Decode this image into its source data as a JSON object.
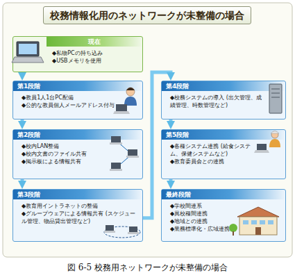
{
  "diagram": {
    "title": "校務情報化用のネットワークが未整備の場合",
    "caption": "図 6-5 校務用ネットワークが未整備の場合",
    "nodes": [
      {
        "text": [
          "現在",
          "◆私物PCの持ち込み",
          "◆USBメモリを使用"
        ]
      },
      {
        "text": [
          "第1段階",
          "◆教員1人1台PC配備",
          "◆公的な教員個人メールアドレス付与"
        ]
      },
      {
        "text": [
          "第2段階",
          "◆校内LAN整備",
          "◆校内文書のファイル共有",
          "◆掲示板による情報共有"
        ]
      },
      {
        "text": [
          "第3段階",
          "◆教育用イントラネットの整備",
          "◆グループウェアによる情報共有 (スケジュール管理、物品貸出管理など)"
        ]
      },
      {
        "text": [
          "第4段階",
          "◆校務システムの導入 (出欠管理、成績管理、時数管理など)"
        ]
      },
      {
        "text": [
          "第5段階",
          "◆各種システム連携 (給食システム、保健システムなど)",
          "◆教育委員会との連携"
        ]
      },
      {
        "text": [
          "最終段階",
          "◆学校間連系",
          "◆異校種間連携",
          "◆地域との連携",
          "◆業務標準化・広域連携"
        ]
      }
    ],
    "edges": [
      {
        "from": 0,
        "to": 1,
        "arrow": "to"
      },
      {
        "from": 1,
        "to": 2,
        "arrow": "to"
      },
      {
        "from": 2,
        "to": 3,
        "arrow": "to"
      },
      {
        "from": 3,
        "to": 4,
        "arrow": "to"
      },
      {
        "from": 4,
        "to": 5,
        "arrow": "to"
      },
      {
        "from": 5,
        "to": 6,
        "arrow": "to"
      }
    ]
  }
}
